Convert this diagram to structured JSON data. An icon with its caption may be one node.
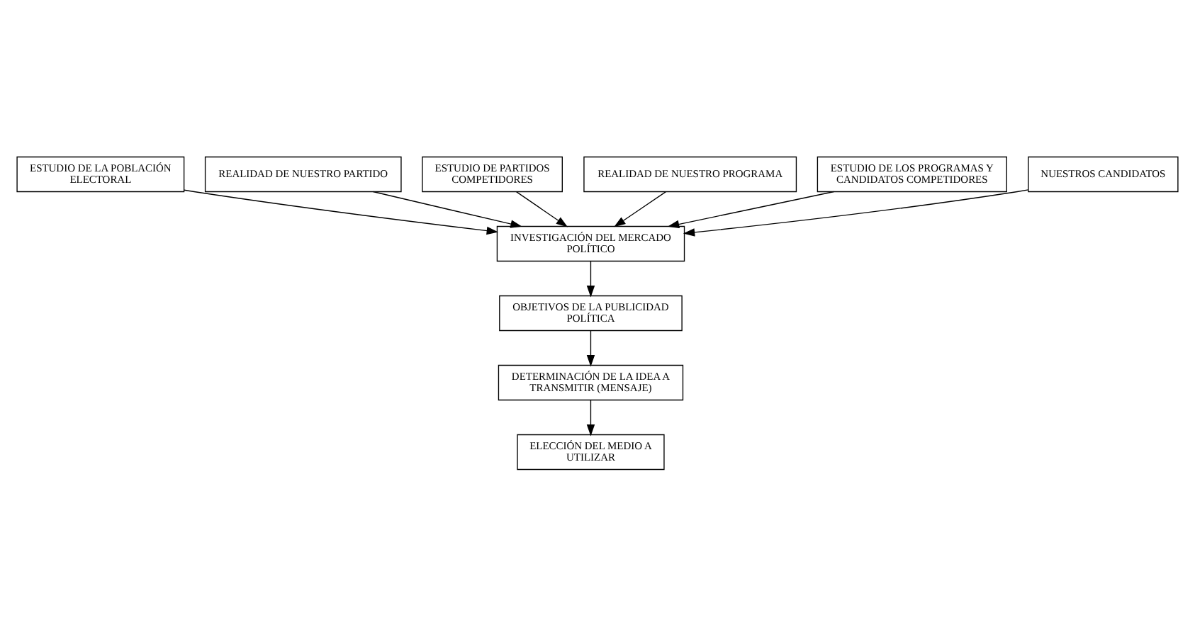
{
  "diagram": {
    "nodes": [
      {
        "text": [
          "ESTUDIO DE LA POBLACIÓN ELECTORAL"
        ]
      },
      {
        "text": [
          "REALIDAD DE NUESTRO PARTIDO"
        ]
      },
      {
        "text": [
          "ESTUDIO DE PARTIDOS COMPETIDORES"
        ]
      },
      {
        "text": [
          "INVESTIGACIÓN DEL MERCADO POLÍTICO"
        ]
      },
      {
        "text": [
          "REALIDAD DE NUESTRO PROGRAMA"
        ]
      },
      {
        "text": [
          "ESTUDIO DE LOS PROGRAMAS Y CANDIDATOS COMPETIDORES"
        ]
      },
      {
        "text": [
          "NUESTROS CANDIDATOS"
        ]
      },
      {
        "text": [
          "OBJETIVOS DE LA PUBLICIDAD POLÍTICA"
        ]
      },
      {
        "text": [
          "DETERMINACIÓN DE LA IDEA A TRANSMITIR (MENSAJE)"
        ]
      },
      {
        "text": [
          "ELECCIÓN DEL MEDIO A UTILIZAR"
        ]
      }
    ],
    "edges": [
      {
        "from": 0,
        "to": 3,
        "arrow": "to"
      },
      {
        "from": 1,
        "to": 3,
        "arrow": "to"
      },
      {
        "from": 2,
        "to": 3,
        "arrow": "to"
      },
      {
        "from": 4,
        "to": 3,
        "arrow": "to"
      },
      {
        "from": 5,
        "to": 3,
        "arrow": "to"
      },
      {
        "from": 6,
        "to": 3,
        "arrow": "to"
      },
      {
        "from": 3,
        "to": 7,
        "arrow": "to"
      },
      {
        "from": 7,
        "to": 8,
        "arrow": "to"
      },
      {
        "from": 8,
        "to": 9,
        "arrow": "to"
      }
    ]
  }
}
